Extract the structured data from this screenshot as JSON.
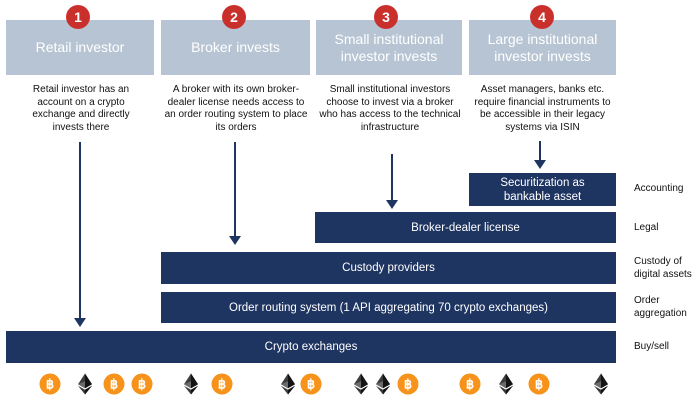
{
  "columns": [
    {
      "number": "1",
      "title": "Retail investor",
      "description": "Retail investor has an account on a crypto exchange and directly invests there"
    },
    {
      "number": "2",
      "title": "Broker invests",
      "description": "A broker with its own broker-dealer license needs access to an order routing system to place its orders"
    },
    {
      "number": "3",
      "title": "Small institutional investor invests",
      "description": "Small institutional investors choose to invest via a broker who has access to the technical infrastructure"
    },
    {
      "number": "4",
      "title": "Large institutional investor invests",
      "description": "Asset managers, banks etc. require financial instruments to be accessible in their legacy systems via ISIN"
    }
  ],
  "layers": [
    {
      "label": "Securitization as bankable asset",
      "category": "Accounting"
    },
    {
      "label": "Broker-dealer license",
      "category": "Legal"
    },
    {
      "label": "Custody providers",
      "category": "Custody of digital assets"
    },
    {
      "label": "Order routing system (1 API aggregating 70 crypto exchanges)",
      "category": "Order aggregation"
    },
    {
      "label": "Crypto exchanges",
      "category": "Buy/sell"
    }
  ],
  "coins": [
    "bitcoin",
    "ethereum",
    "bitcoin",
    "bitcoin",
    "ethereum",
    "bitcoin",
    "ethereum",
    "bitcoin",
    "ethereum",
    "ethereum",
    "bitcoin",
    "bitcoin",
    "ethereum",
    "bitcoin",
    "ethereum"
  ],
  "colors": {
    "badge": "#c9302c",
    "header": "#b7c4d4",
    "bar": "#1e3461",
    "bitcoin": "#f7931a",
    "ethereum": "#3c3c3d"
  }
}
